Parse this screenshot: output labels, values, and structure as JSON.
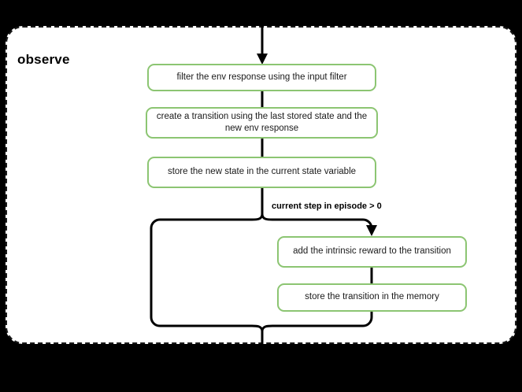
{
  "diagram": {
    "title": "observe",
    "background_color": "#000000",
    "card_background": "#ffffff",
    "card_border_style": "dashed",
    "card_border_color": "#1a1a1a",
    "node_border_color": "#8cc572",
    "connector_color": "#000000",
    "nodes": [
      {
        "id": "filter-env-response",
        "label": "filter the env response using the input filter"
      },
      {
        "id": "create-transition",
        "label": "create a transition using the last stored state and the new env response"
      },
      {
        "id": "store-new-state",
        "label": "store the new state in the current state variable"
      },
      {
        "id": "add-intrinsic-reward",
        "label": "add the intrinsic reward to the transition"
      },
      {
        "id": "store-transition",
        "label": "store the transition in the memory"
      }
    ],
    "edges": [
      {
        "id": "entry",
        "label": ""
      },
      {
        "id": "condition-branch",
        "label": "current step in episode > 0"
      }
    ]
  }
}
